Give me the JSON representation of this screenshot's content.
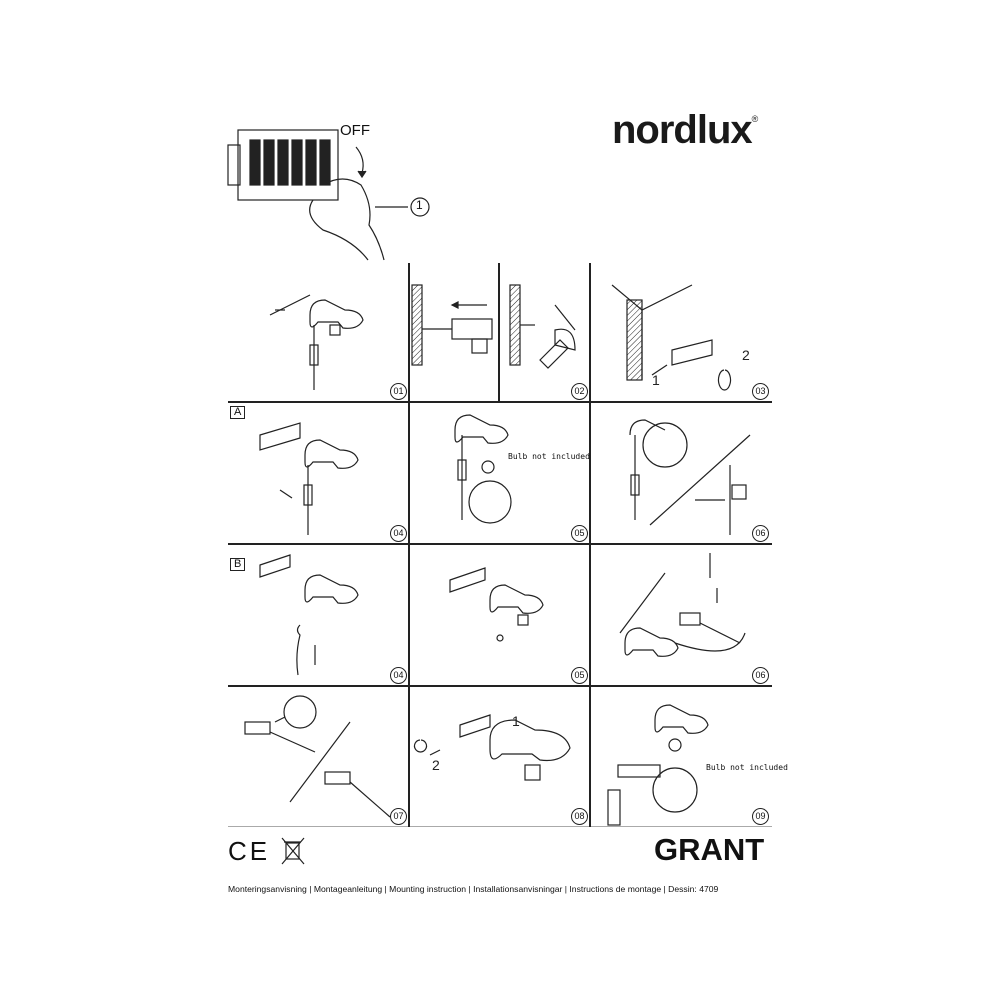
{
  "brand": {
    "logo": "nordlux",
    "registered": "®"
  },
  "intro": {
    "off_label": "OFF",
    "step_label": "1"
  },
  "panels": [
    {
      "step": "01"
    },
    {
      "step": "02"
    },
    {
      "step": "03"
    },
    {
      "variant": "A",
      "step": "04"
    },
    {
      "step": "05",
      "note": "Bulb not included"
    },
    {
      "step": "06"
    },
    {
      "variant": "B",
      "step": "04"
    },
    {
      "step": "05"
    },
    {
      "step": "06"
    },
    {
      "step": "07"
    },
    {
      "step": "08"
    },
    {
      "step": "09",
      "note": "Bulb not included"
    }
  ],
  "product": {
    "name": "GRANT"
  },
  "marks": {
    "ce": "CE",
    "weee": "weee-bin-icon"
  },
  "footer": {
    "text": "Monteringsanvisning | Montageanleitung | Mounting instruction | Installationsanvisningar | Instructions de montage | Dessin: 4709"
  }
}
